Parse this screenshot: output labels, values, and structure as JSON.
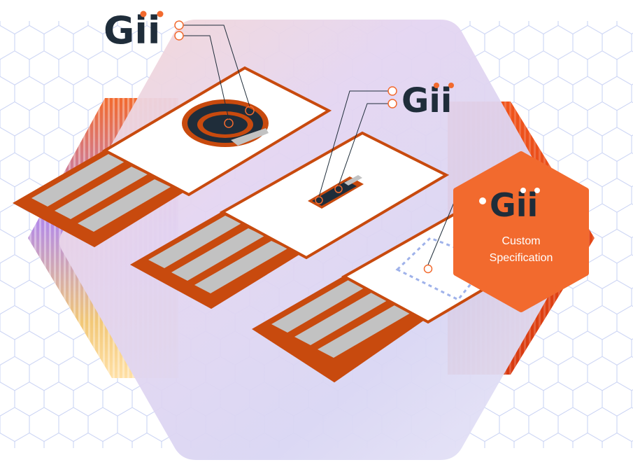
{
  "logos": {
    "top_left": "Gii",
    "middle_right": "Gii",
    "badge": "Gii"
  },
  "badge": {
    "line1": "Custom",
    "line2": "Specification"
  },
  "colors": {
    "brand_dark": "#1f2d3a",
    "accent_orange": "#f26a2e",
    "strip_orange": "#c84a0e",
    "pad_gray": "#c2c2c2",
    "hex_grid": "#b8c4f0"
  }
}
